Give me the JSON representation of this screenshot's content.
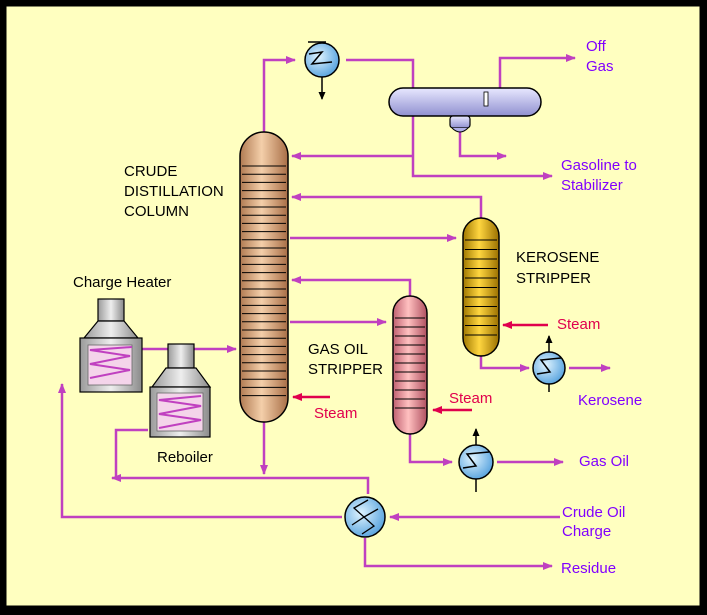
{
  "labels": {
    "column": [
      "CRUDE",
      "DISTILLATION",
      "COLUMN"
    ],
    "charge_heater": "Charge Heater",
    "reboiler": "Reboiler",
    "kerosene_stripper": [
      "KEROSENE",
      "STRIPPER"
    ],
    "gas_oil_stripper": [
      "GAS OIL",
      "STRIPPER"
    ],
    "steam": "Steam"
  },
  "streams": {
    "off_gas": [
      "Off",
      "Gas"
    ],
    "gasoline": [
      "Gasoline to",
      "Stabilizer"
    ],
    "kerosene": "Kerosene",
    "gas_oil": "Gas Oil",
    "crude_charge": [
      "Crude Oil",
      "Charge"
    ],
    "residue": "Residue"
  },
  "colors": {
    "background": "#ffffc0",
    "pipe": "#c040c0",
    "stream_text": "#8000ff",
    "steam_text": "#e0004d",
    "column_fill": "#e6b48c",
    "kerosene_fill": "#e6b400",
    "gasoil_fill": "#f0a0a0",
    "exchanger_fill": "#a8d8f8",
    "drum_fill": "#c8c8ff",
    "heater_fill": "#d8d8d8"
  }
}
